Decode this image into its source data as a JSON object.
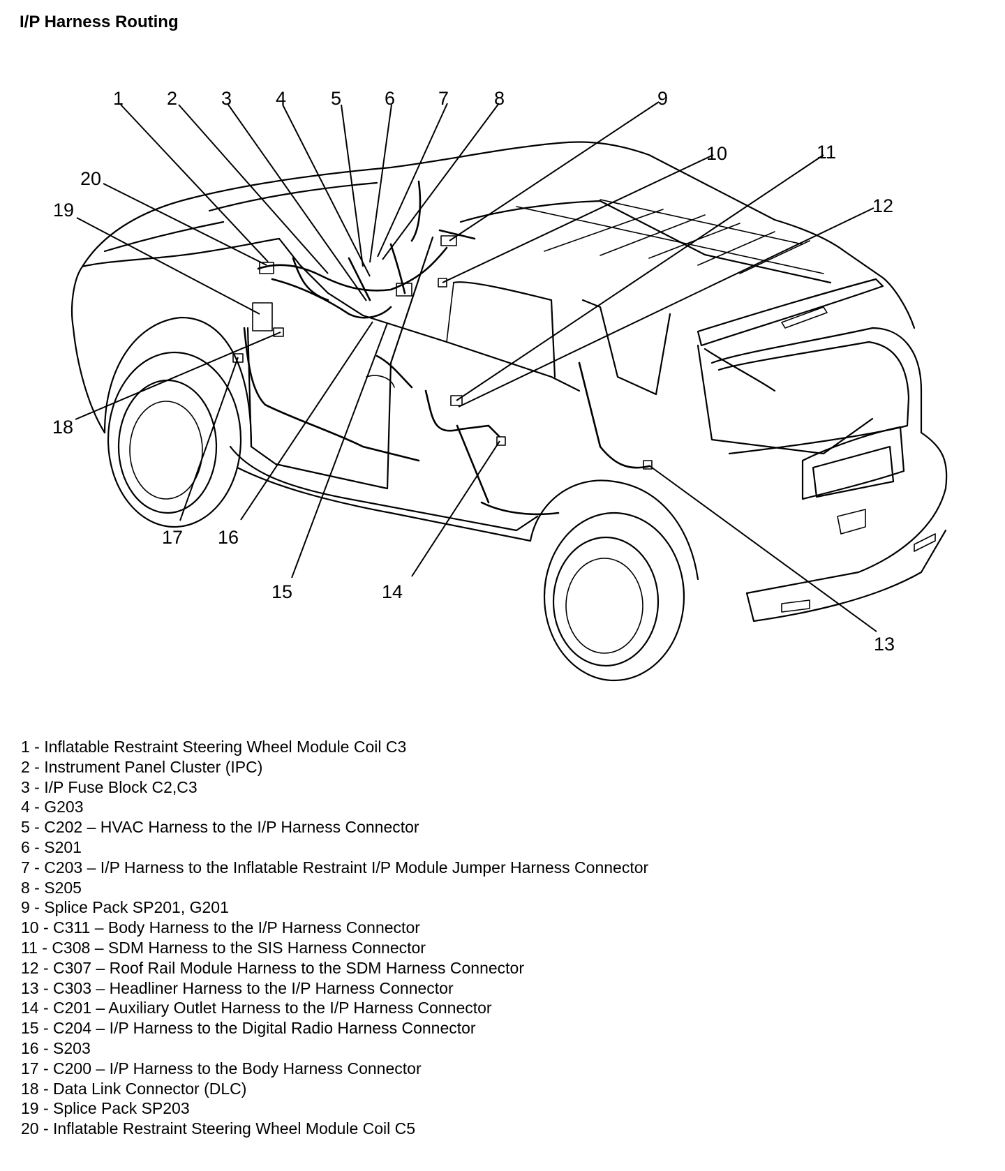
{
  "title": "I/P Harness Routing",
  "callouts": [
    "1",
    "2",
    "3",
    "4",
    "5",
    "6",
    "7",
    "8",
    "9",
    "10",
    "11",
    "12",
    "13",
    "14",
    "15",
    "16",
    "17",
    "18",
    "19",
    "20"
  ],
  "legend": [
    "1 - Inflatable Restraint Steering Wheel Module Coil C3",
    "2 - Instrument Panel Cluster (IPC)",
    "3 - I/P Fuse Block C2,C3",
    "4 - G203",
    "5 - C202 – HVAC Harness to the I/P Harness Connector",
    "6 - S201",
    "7 - C203 – I/P Harness to the Inflatable Restraint I/P Module Jumper Harness Connector",
    "8 - S205",
    "9 - Splice Pack SP201, G201",
    "10 - C311 – Body Harness to the I/P Harness Connector",
    "11 - C308 – SDM Harness to the SIS Harness Connector",
    "12 - C307 – Roof Rail Module Harness to the SDM Harness Connector",
    "13 - C303 – Headliner Harness to the I/P Harness Connector",
    "14 - C201 – Auxiliary Outlet Harness to the I/P Harness Connector",
    "15 - C204 – I/P Harness to the Digital Radio Harness Connector",
    "16 - S203",
    "17 - C200 – I/P Harness to the Body Harness Connector",
    "18 - Data Link Connector (DLC)",
    "19 - Splice Pack SP203",
    "20 - Inflatable Restraint Steering Wheel Module Coil C5"
  ]
}
